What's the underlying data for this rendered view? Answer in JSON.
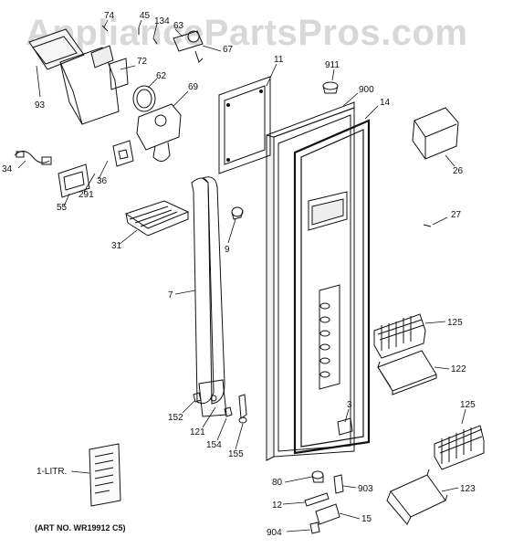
{
  "watermark": "AppliancePartsPros.com",
  "art_number": "(ART NO. WR19912 C5)",
  "callouts": {
    "c74": "74",
    "c45": "45",
    "c134": "134",
    "c63": "63",
    "c67": "67",
    "c72": "72",
    "c62": "62",
    "c69": "69",
    "c93": "93",
    "c11": "11",
    "c911": "911",
    "c900": "900",
    "c14": "14",
    "c34": "34",
    "c36": "36",
    "c291": "291",
    "c55": "55",
    "c26": "26",
    "c27": "27",
    "c31": "31",
    "c9": "9",
    "c7": "7",
    "c125a": "125",
    "c122": "122",
    "c152": "152",
    "c121": "121",
    "c154": "154",
    "c155": "155",
    "c3": "3",
    "c125b": "125",
    "c1litr": "1-LITR.",
    "c80": "80",
    "c903": "903",
    "c123": "123",
    "c12": "12",
    "c15": "15",
    "c904": "904"
  }
}
